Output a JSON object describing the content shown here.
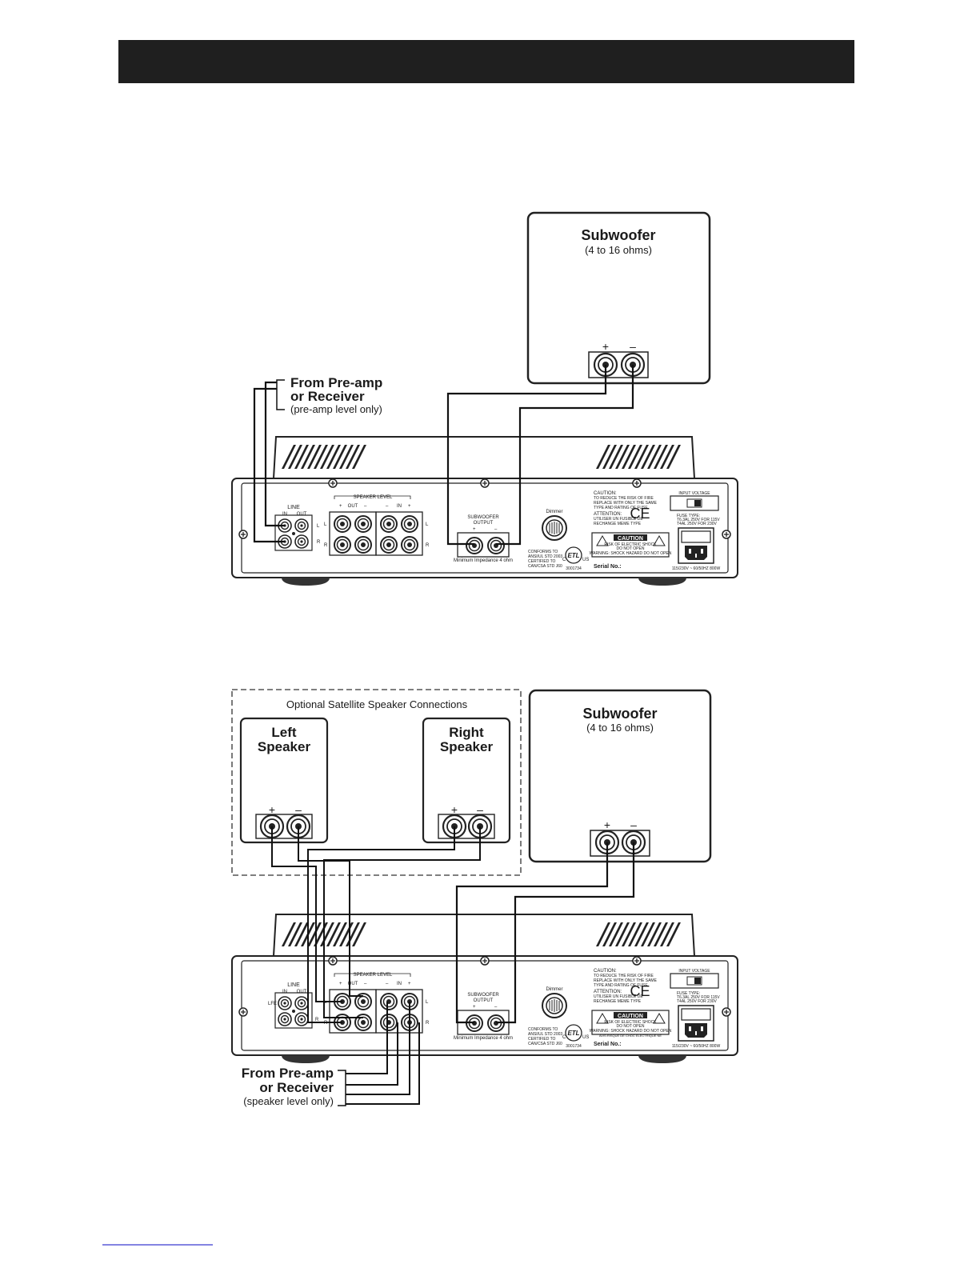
{
  "diagram1": {
    "subwoofer": {
      "title": "Subwoofer",
      "spec": "(4 to 16 ohms)",
      "plus": "+",
      "minus": "–"
    },
    "source": {
      "line1": "From Pre-amp",
      "line2": "or Receiver",
      "line3": "(pre-amp level only)"
    }
  },
  "diagram2": {
    "optional_label": "Optional Satellite Speaker Connections",
    "left_speaker": {
      "line1": "Left",
      "line2": "Speaker",
      "plus": "+",
      "minus": "–"
    },
    "right_speaker": {
      "line1": "Right",
      "line2": "Speaker",
      "plus": "+",
      "minus": "–"
    },
    "subwoofer": {
      "title": "Subwoofer",
      "spec": "(4 to 16 ohms)",
      "plus": "+",
      "minus": "–"
    },
    "source": {
      "line1": "From Pre-amp",
      "line2": "or Receiver",
      "line3": "(speaker level only)"
    }
  },
  "amplifier_panel": {
    "line_label": "LINE",
    "line_in": "IN",
    "line_out": "OUT",
    "lfe": "LFE",
    "ch_l": "L",
    "ch_r": "R",
    "speaker_level": "SPEAKER LEVEL",
    "spk_out": "OUT",
    "spk_in": "IN",
    "sign_plus": "+",
    "sign_minus": "–",
    "sub_output_1": "SUBWOOFER",
    "sub_output_2": "OUTPUT",
    "min_impedance": "Minimum Impedance 4 ohm",
    "dimmer": "Dimmer",
    "conform": [
      "CONFORMS TO",
      "ANSI/UL STD 2003",
      "CERTIFIED TO",
      "CAN/CSA STD J60"
    ],
    "cert_c": "C",
    "cert_us": "US",
    "cert_number": "3001734",
    "caution_heading": "CAUTION:",
    "caution_text": [
      "TO REDUCE THE RISK OF FIRE",
      "REPLACE WITH ONLY THE SAME",
      "TYPE AND RATING OF FUSE"
    ],
    "attention_heading": "ATTENTION:",
    "attention_text": [
      "UTILISER UN FUSIBLE DE",
      "RECHANGE MEME TYPE"
    ],
    "ce_mark": "CE",
    "caution_box_title": "CAUTION",
    "caution_box_sub": [
      "RISK OF ELECTRIC SHOCK",
      "DO NOT OPEN"
    ],
    "warning_text": [
      "WARNING: SHOCK HAZARD DO NOT OPEN",
      "AVIS:RISQUE DE CHOC ELECTRIQUE NE",
      "PAS OUVRIR"
    ],
    "serial_label": "Serial No.:",
    "input_voltage": "INPUT VOLTAGE",
    "fuse_text": [
      "FUSE TYPE:",
      "T6.3AL 250V FOR 115V",
      "T4AL 250V FOR 230V"
    ],
    "power_rating": "115/230V ~ 60/50HZ 800W"
  }
}
